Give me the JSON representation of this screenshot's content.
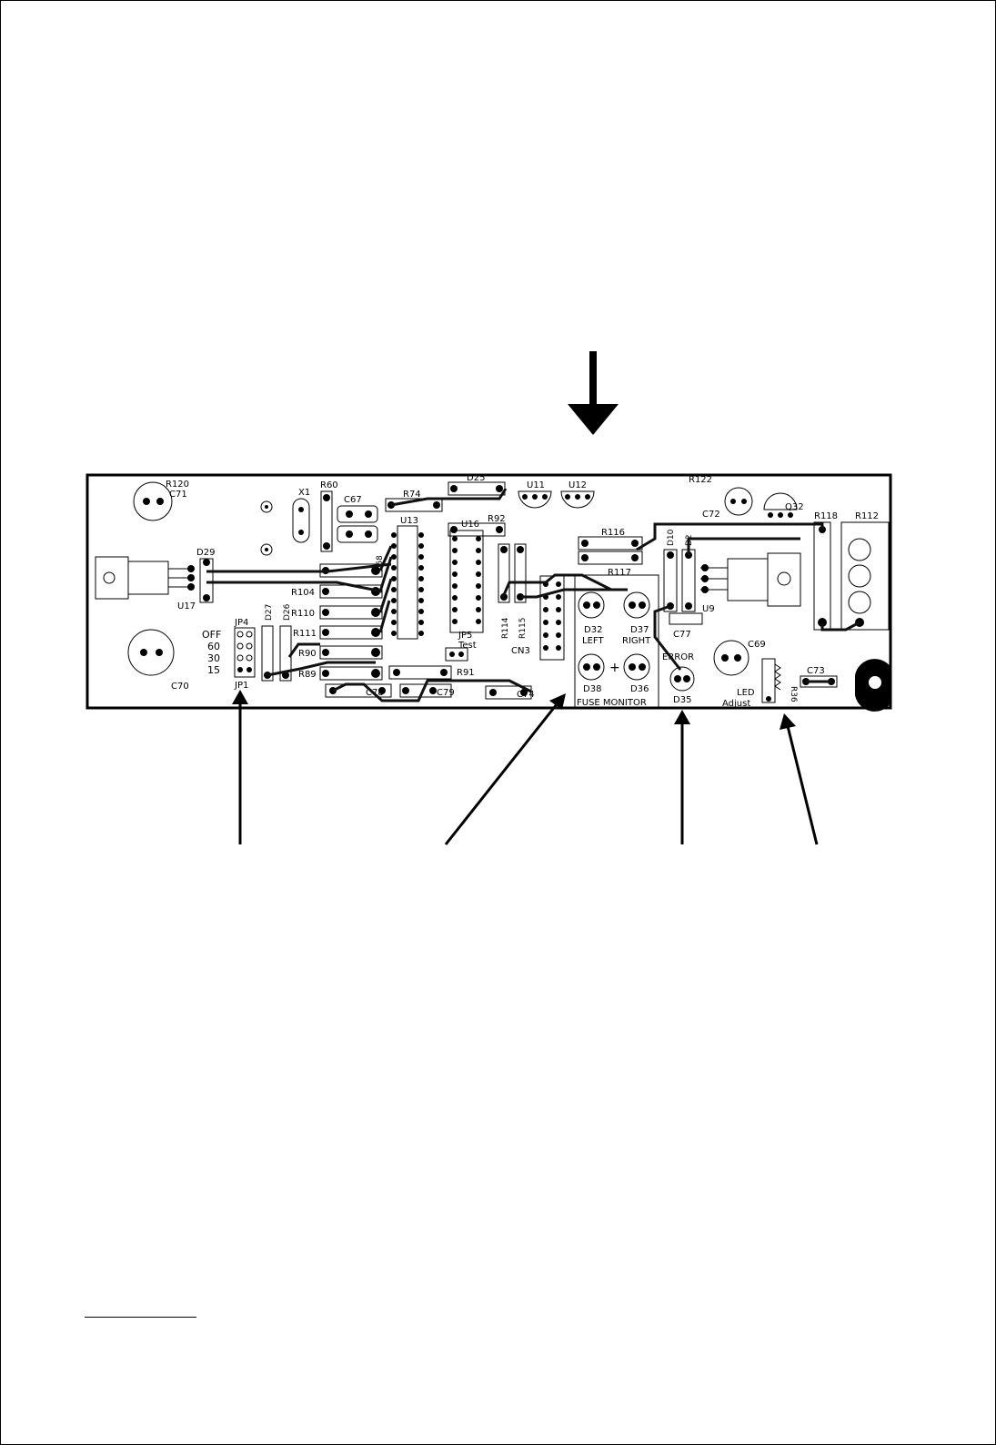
{
  "pcb": {
    "jumper_options": [
      "OFF",
      "60",
      "30",
      "15"
    ],
    "labels": {
      "r120": "R120",
      "c71": "C71",
      "x1": "X1",
      "r60": "R60",
      "c67": "C67",
      "r74": "R74",
      "d25": "D25",
      "u11": "U11",
      "u12": "U12",
      "r122": "R122",
      "c72": "C72",
      "q32": "Q32",
      "r118": "R118",
      "r112": "R112",
      "d29": "D29",
      "u13": "U13",
      "u16": "U16",
      "r92": "R92",
      "r116": "R116",
      "r117": "R117",
      "d10": "D10",
      "d2": "D2",
      "u9": "U9",
      "u17": "U17",
      "r104": "R104",
      "r110": "R110",
      "r111": "R111",
      "r90": "R90",
      "r89": "R89",
      "jp4": "JP4",
      "jp1": "JP1",
      "d27": "D27",
      "d26": "D26",
      "c70": "C70",
      "c68": "C68",
      "r114": "R114",
      "r115": "R115",
      "cn3": "CN3",
      "d32": "D32",
      "d37": "D37",
      "left": "LEFT",
      "right": "RIGHT",
      "d38": "D38",
      "d36": "D36",
      "c77": "C77",
      "c69": "C69",
      "error": "ERROR",
      "d35": "D35",
      "c73": "C73",
      "led": "LED",
      "adjust": "Adjust",
      "r36": "R36",
      "jp5": "JP5",
      "test": "Test",
      "c78": "C78",
      "c79": "C79",
      "r91": "R91",
      "c74": "C74",
      "fuse_monitor": "FUSE MONITOR"
    }
  }
}
